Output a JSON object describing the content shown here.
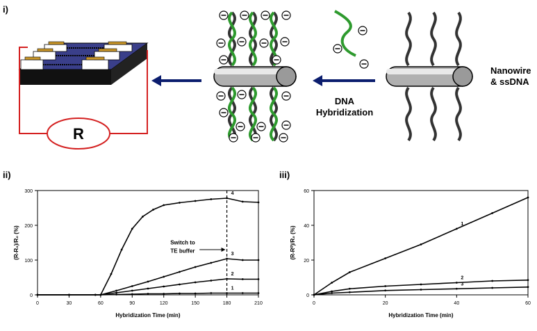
{
  "panels": {
    "i": "i)",
    "ii": "ii)",
    "iii": "iii)"
  },
  "diagram": {
    "resistor_label": "R",
    "hybridization_label_line1": "DNA",
    "hybridization_label_line2": "Hybridization",
    "nanowire_label_line1": "Nanowire",
    "nanowire_label_line2": "& ssDNA",
    "charge_symbol": "⊖",
    "colors": {
      "strand_green": "#2e9a2e",
      "strand_dark": "#333333",
      "arrow": "#0b1d6e",
      "circuit": "#d42020"
    }
  },
  "chart_data": [
    {
      "type": "line",
      "panel": "ii)",
      "xlabel": "Hybridization Time (min)",
      "ylabel": "(R-R₀)/R₀ (%)",
      "xlim": [
        0,
        210
      ],
      "ylim": [
        0,
        300
      ],
      "xticks": [
        0,
        30,
        60,
        90,
        120,
        150,
        180,
        210
      ],
      "yticks": [
        0,
        100,
        200,
        300
      ],
      "annotation_line1": "Switch to",
      "annotation_line2": "TE buffer",
      "marker_x": 180,
      "series": [
        {
          "name": "1",
          "x": [
            0,
            30,
            55,
            60,
            75,
            90,
            105,
            120,
            135,
            150,
            165,
            180,
            195,
            210
          ],
          "y": [
            0,
            0,
            0,
            0,
            1,
            2,
            3,
            3,
            4,
            4,
            5,
            5,
            5,
            5
          ]
        },
        {
          "name": "2",
          "x": [
            0,
            30,
            55,
            60,
            75,
            90,
            105,
            120,
            135,
            150,
            165,
            180,
            195,
            210
          ],
          "y": [
            0,
            0,
            0,
            0,
            6,
            12,
            18,
            24,
            30,
            36,
            41,
            46,
            45,
            45
          ]
        },
        {
          "name": "3",
          "x": [
            0,
            30,
            55,
            60,
            75,
            90,
            105,
            120,
            135,
            150,
            165,
            180,
            195,
            210
          ],
          "y": [
            0,
            0,
            0,
            0,
            12,
            25,
            38,
            52,
            66,
            80,
            92,
            104,
            100,
            100
          ]
        },
        {
          "name": "4",
          "x": [
            0,
            30,
            55,
            60,
            70,
            80,
            90,
            100,
            110,
            120,
            135,
            150,
            165,
            180,
            195,
            210
          ],
          "y": [
            0,
            0,
            0,
            0,
            60,
            130,
            190,
            225,
            245,
            258,
            265,
            270,
            275,
            278,
            268,
            266
          ]
        }
      ]
    },
    {
      "type": "line",
      "panel": "iii)",
      "xlabel": "Hybridization Time (min)",
      "ylabel": "(R-R⁰)/R₀ (%)",
      "xlim": [
        0,
        60
      ],
      "ylim": [
        0,
        60
      ],
      "xticks": [
        0,
        20,
        40,
        60
      ],
      "yticks": [
        0,
        20,
        40,
        60
      ],
      "series": [
        {
          "name": "1",
          "x": [
            0,
            5,
            10,
            20,
            30,
            40,
            50,
            60
          ],
          "y": [
            0,
            7,
            13,
            21,
            29,
            38,
            47,
            56
          ]
        },
        {
          "name": "2",
          "x": [
            0,
            5,
            10,
            20,
            30,
            40,
            50,
            60
          ],
          "y": [
            0,
            2,
            3.5,
            5,
            6,
            7,
            8,
            8.5
          ]
        },
        {
          "name": "3",
          "x": [
            0,
            5,
            10,
            20,
            30,
            40,
            50,
            60
          ],
          "y": [
            0,
            1,
            1.5,
            2.5,
            3,
            3.5,
            4,
            4.5
          ]
        }
      ]
    }
  ]
}
